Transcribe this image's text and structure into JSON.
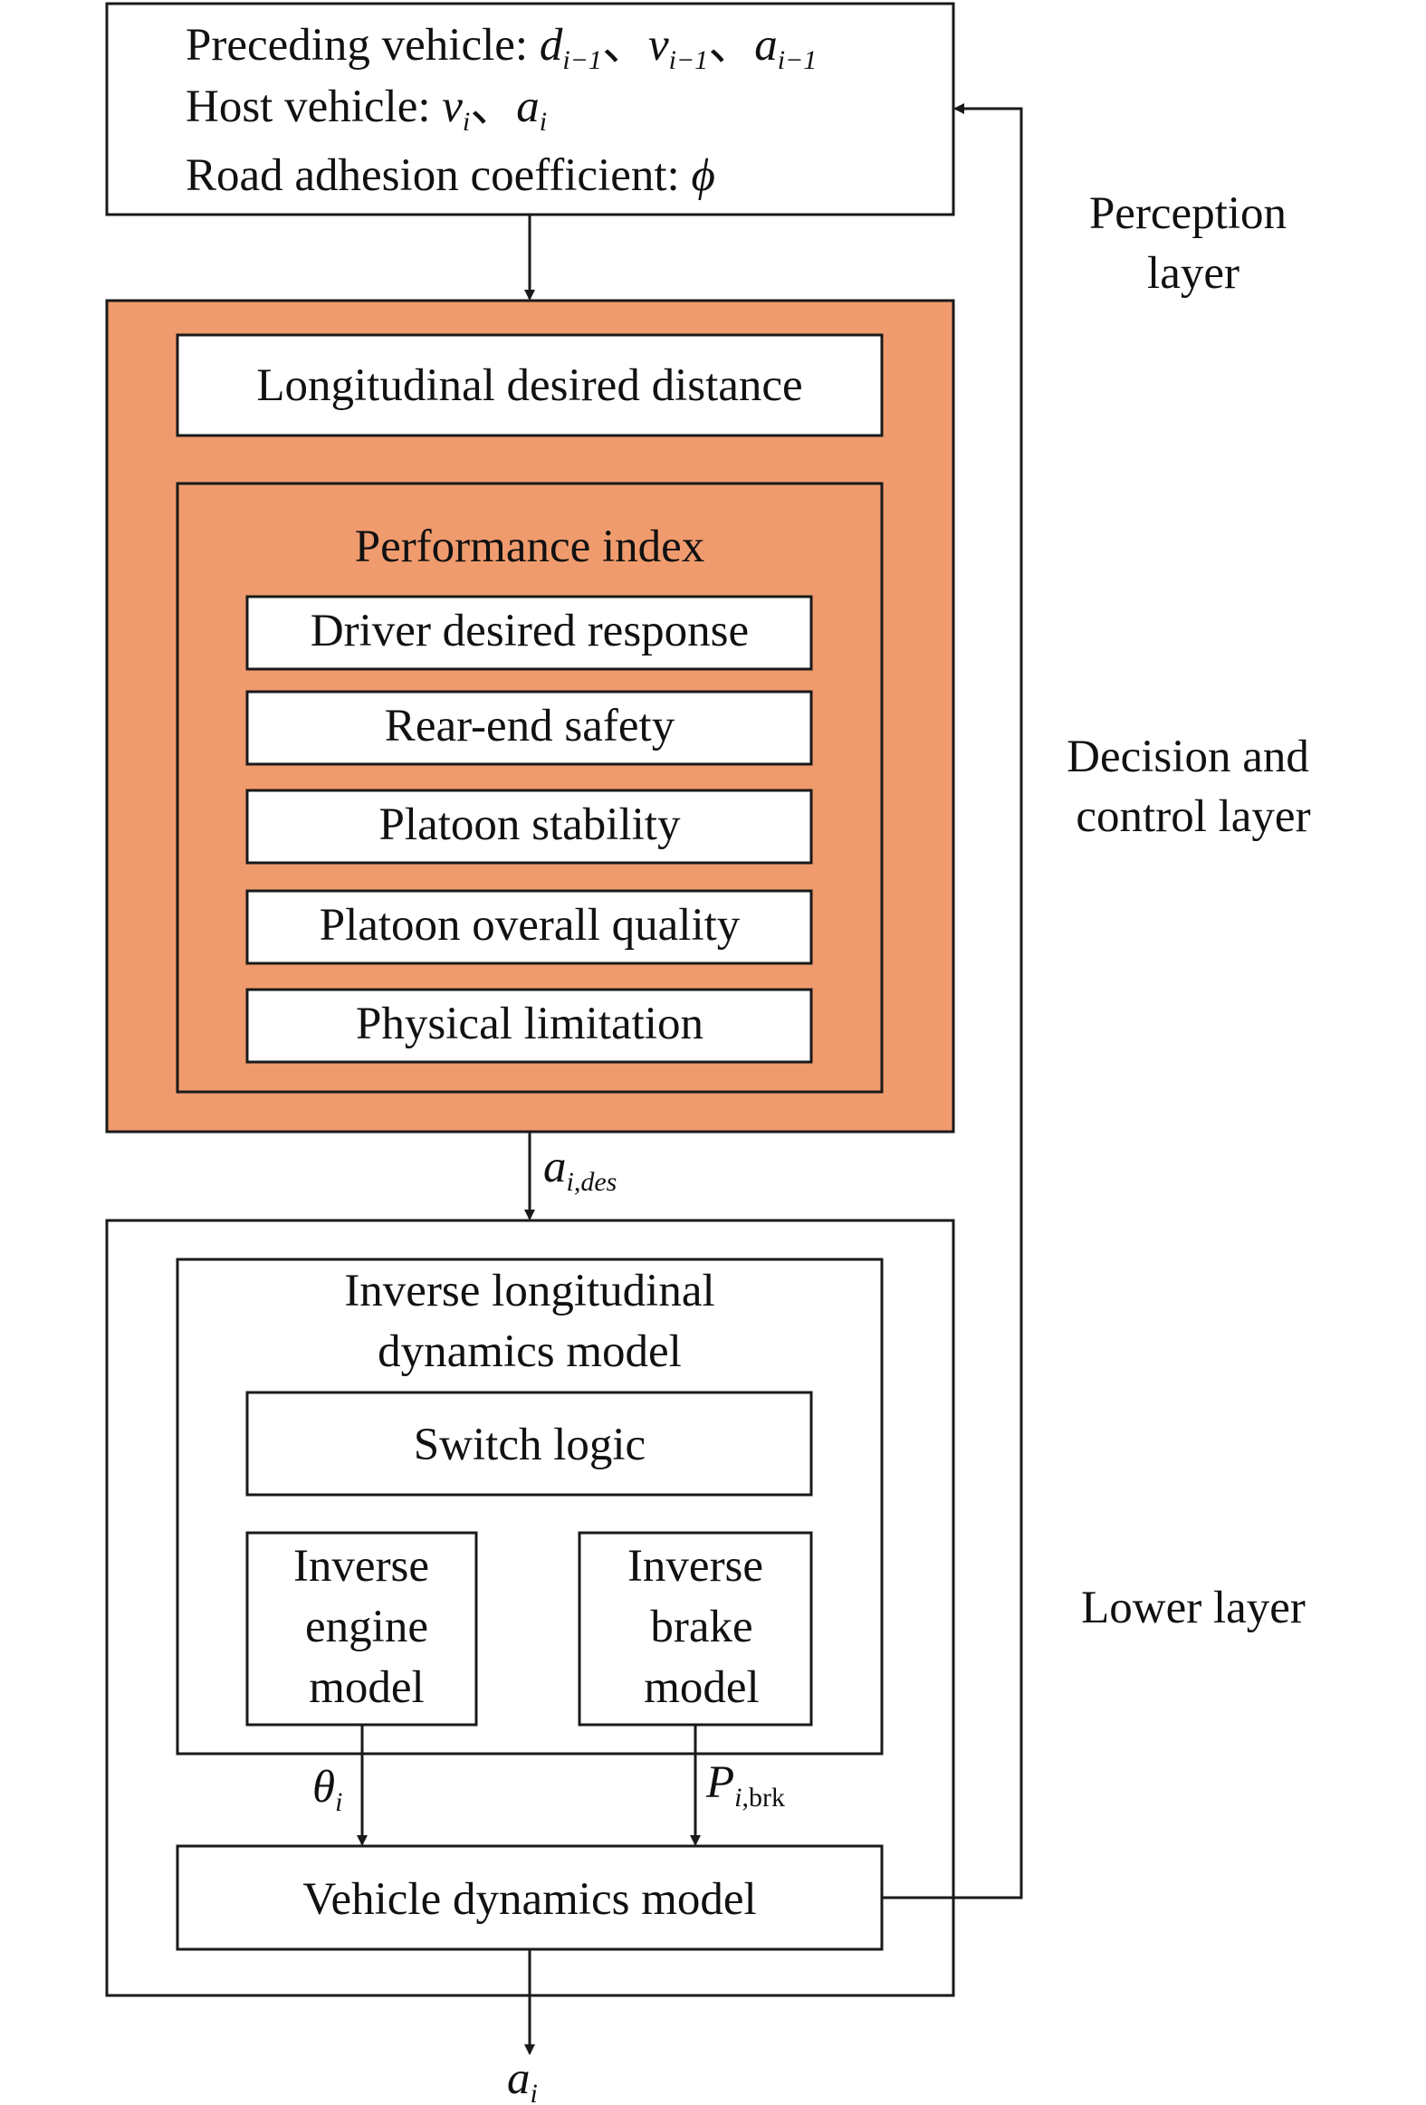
{
  "colors": {
    "stroke": "#1a1a1a",
    "decision_fill": "#f09b6e",
    "box_fill": "#ffffff"
  },
  "perception": {
    "line1_prefix": "Preceding vehicle: ",
    "line1_d": "d",
    "line1_d_sub": "i−1",
    "line1_sep1": "、",
    "line1_v": "v",
    "line1_v_sub": "i−1",
    "line1_sep2": "、",
    "line1_a": "a",
    "line1_a_sub": "i−1",
    "line2_prefix": "Host vehicle: ",
    "line2_v": "v",
    "line2_v_sub": "i",
    "line2_sep": "、",
    "line2_a": "a",
    "line2_a_sub": "i",
    "line3_prefix": "Road adhesion coefficient: ",
    "line3_symbol": "ϕ"
  },
  "decision": {
    "desired_distance": "Longitudinal desired distance",
    "performance_title": "Performance index",
    "items": [
      "Driver desired response",
      "Rear-end safety",
      "Platoon stability",
      "Platoon overall quality",
      "Physical limitation"
    ]
  },
  "signals": {
    "ades_main": "a",
    "ades_sub": "i,des",
    "theta_main": "θ",
    "theta_sub": "i",
    "pbrk_main": "P",
    "pbrk_sub_i": "i",
    "pbrk_sub_rest": ",brk",
    "output_main": "a",
    "output_sub": "i"
  },
  "lower": {
    "inverse_title_line1": "Inverse longitudinal",
    "inverse_title_line2": "dynamics model",
    "switch_logic": "Switch logic",
    "engine_line1": "Inverse",
    "engine_line2": "engine",
    "engine_line3": "model",
    "brake_line1": "Inverse",
    "brake_line2": "brake",
    "brake_line3": "model",
    "vehicle_dynamics": "Vehicle dynamics model"
  },
  "layers": {
    "perception_line1": "Perception",
    "perception_line2": "layer",
    "decision_line1": "Decision and",
    "decision_line2": "control layer",
    "lower": "Lower layer"
  }
}
